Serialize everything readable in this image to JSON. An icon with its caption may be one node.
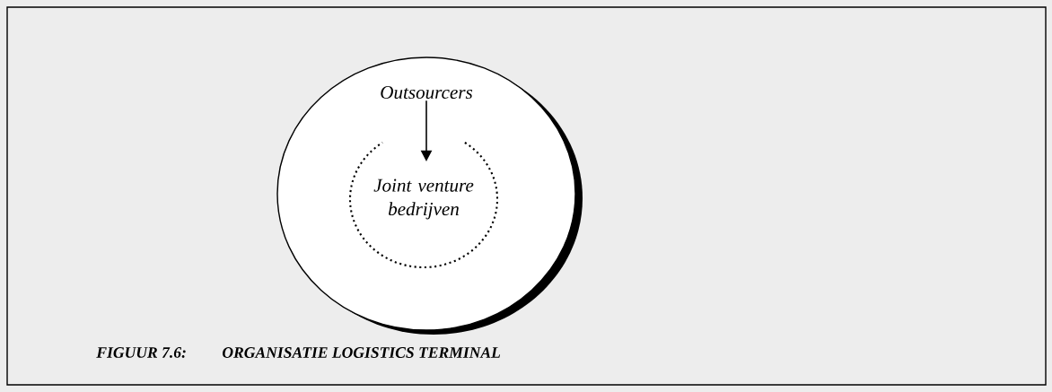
{
  "diagram": {
    "nodes": [
      {
        "text": [],
        "shape": "circle"
      },
      {
        "text": [
          "Outsourcers"
        ],
        "in": 0
      },
      {
        "text": [
          "Joint venture bedrijven"
        ],
        "in": 0
      }
    ],
    "edges": [
      {
        "from": 1,
        "to": 2,
        "arrow": "to"
      }
    ],
    "labels": [
      "FIGUUR 7.6:",
      "ORGANISATIE LOGISTICS TERMINAL"
    ]
  }
}
